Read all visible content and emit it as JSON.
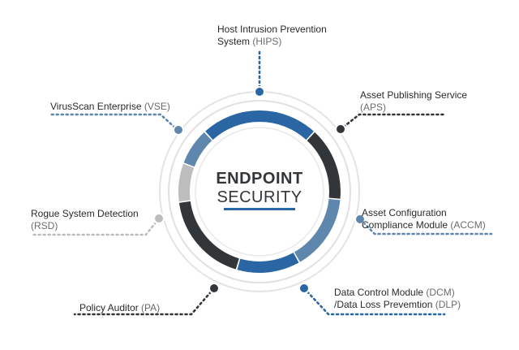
{
  "center": {
    "title": "ENDPOINT",
    "subtitle": "SECURITY"
  },
  "colors": {
    "blue": "#2a66a3",
    "steel": "#5f86ad",
    "dark": "#333639",
    "light_gray": "#bdbdbd",
    "ring_gray": "#dedede"
  },
  "modules": [
    {
      "id": "hips",
      "line1": "Host Intrusion Prevention",
      "line2_text": "System ",
      "line2_abbr": "(HIPS)",
      "dot_color": "blue"
    },
    {
      "id": "aps",
      "line1": "Asset Publishing Service",
      "line2_text": "",
      "line2_abbr": "(APS)",
      "dot_color": "dark"
    },
    {
      "id": "vse",
      "line1": "VirusScan Enterprise ",
      "line1_abbr": "(VSE)",
      "dot_color": "steel"
    },
    {
      "id": "accm",
      "line1": "Asset Configuration",
      "line2_text": "Compliance Module ",
      "line2_abbr": "(ACCM)",
      "dot_color": "steel"
    },
    {
      "id": "rsd",
      "line1": "Rogue System Detection",
      "line2_text": "",
      "line2_abbr": "(RSD)",
      "dot_color": "light_gray"
    },
    {
      "id": "pa",
      "line1": "Policy Auditor ",
      "line1_abbr": "(PA)",
      "dot_color": "dark"
    },
    {
      "id": "dcm",
      "line1_text": "Data Control Module ",
      "line1_abbr": "(DCM)",
      "line2_text": "/Data Loss Prevemtion ",
      "line2_abbr": "(DLP)",
      "dot_color": "blue"
    }
  ]
}
